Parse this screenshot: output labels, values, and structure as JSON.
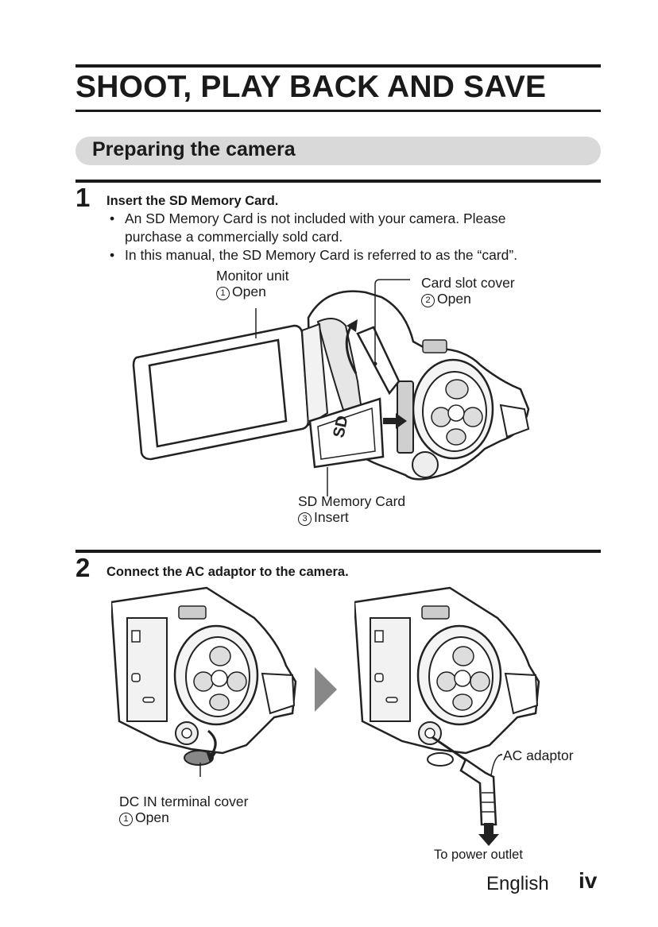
{
  "page": {
    "title": "SHOOT, PLAY BACK AND SAVE",
    "section": "Preparing the camera"
  },
  "step1": {
    "number": "1",
    "heading": "Insert the SD Memory Card.",
    "bullets": [
      {
        "dot": "•",
        "line1": "An SD Memory Card is not included with your camera. Please",
        "line2": "purchase a commercially sold card."
      },
      {
        "dot": "•",
        "line1": "In this manual, the SD Memory Card is referred to as the “card”."
      }
    ],
    "callouts": {
      "monitor_unit": {
        "name": "Monitor unit",
        "num": "1",
        "action": "Open"
      },
      "card_slot_cover": {
        "name": "Card slot cover",
        "num": "2",
        "action": "Open"
      },
      "sd_card": {
        "name": "SD Memory Card",
        "num": "3",
        "action": "Insert"
      }
    }
  },
  "step2": {
    "number": "2",
    "heading": "Connect the AC adaptor to the camera.",
    "callouts": {
      "dc_in": {
        "name": "DC IN terminal cover",
        "num": "1",
        "action": "Open"
      },
      "ac_adaptor": {
        "name": "AC adaptor"
      },
      "power_outlet": {
        "name": "To power outlet"
      }
    }
  },
  "footer": {
    "language": "English",
    "page_number": "iv"
  }
}
